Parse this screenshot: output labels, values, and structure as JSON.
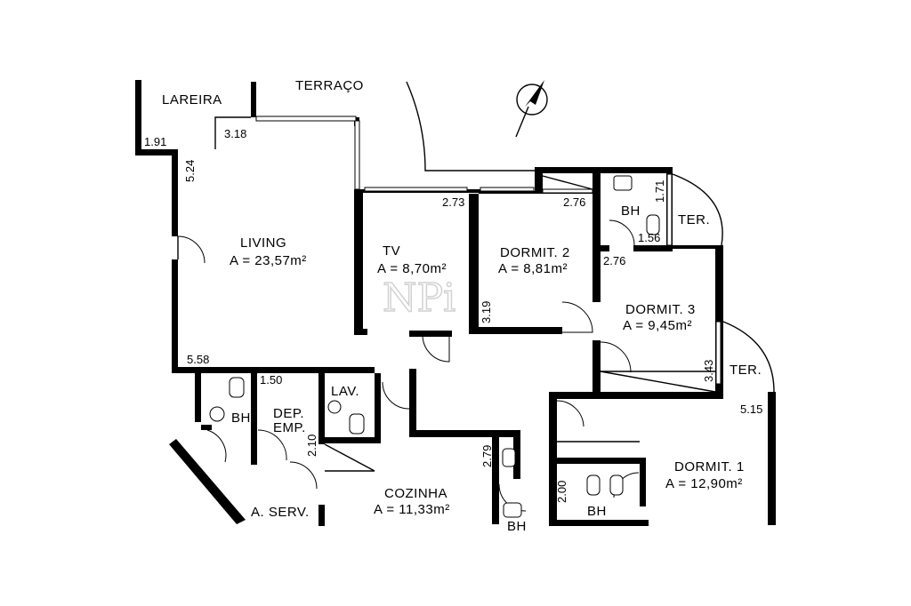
{
  "rooms": {
    "lareira": "LAREIRA",
    "terraco": "TERRAÇO",
    "living": "LIVING",
    "living_area": "A = 23,57m²",
    "tv": "TV",
    "tv_area": "A = 8,70m²",
    "dormit2": "DORMIT. 2",
    "dormit2_area": "A = 8,81m²",
    "dormit3": "DORMIT. 3",
    "dormit3_area": "A = 9,45m²",
    "dormit1": "DORMIT. 1",
    "dormit1_area": "A = 12,90m²",
    "bh_top": "BH",
    "bh_left": "BH",
    "bh_right": "BH",
    "bh_cut": "BH",
    "ter_top": "TER.",
    "ter_bottom": "TER.",
    "dep": "DEP.",
    "emp": "EMP.",
    "lav": "LAV.",
    "cozinha": "COZINHA",
    "cozinha_area": "A = 11,33m²",
    "a_serv": "A. SERV."
  },
  "dimensions": {
    "d_1_91": "1.91",
    "d_3_18": "3.18",
    "d_5_24": "5.24",
    "d_2_73": "2.73",
    "d_2_76_a": "2.76",
    "d_1_71": "1.71",
    "d_1_56": "1.56",
    "d_2_76_b": "2.76",
    "d_3_19": "3.19",
    "d_5_58": "5.58",
    "d_1_50": "1.50",
    "d_2_10": "2.10",
    "d_3_43": "3.43",
    "d_5_15": "5.15",
    "d_2_79": "2.79",
    "d_2_00": "2.00"
  },
  "watermark": "NPi",
  "icons": [
    "north-arrow-icon"
  ]
}
